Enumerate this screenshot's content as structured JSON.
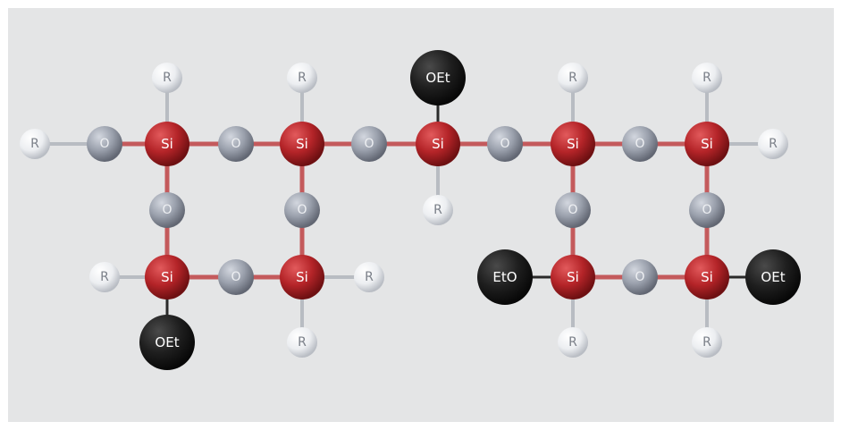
{
  "molecule": {
    "labels": {
      "si": "Si",
      "o": "O",
      "r": "R",
      "oet": "OEt",
      "eto": "EtO"
    },
    "colors": {
      "background": "#e4e5e6",
      "si": "#b42428",
      "o": "#9aa0ac",
      "r": "#f2f3f5",
      "oet": "#1f1f1f",
      "si_o_bond": "#c45a5c",
      "r_bond": "#b8bcc2",
      "oet_bond": "#2a2a2a"
    },
    "atoms": [
      {
        "id": "r1",
        "type": "r",
        "label": "R"
      },
      {
        "id": "o1",
        "type": "o",
        "label": "O"
      },
      {
        "id": "si1",
        "type": "si",
        "label": "Si"
      },
      {
        "id": "r2",
        "type": "r",
        "label": "R"
      },
      {
        "id": "o2",
        "type": "o",
        "label": "O"
      },
      {
        "id": "si2",
        "type": "si",
        "label": "Si"
      },
      {
        "id": "r3",
        "type": "r",
        "label": "R"
      },
      {
        "id": "o3",
        "type": "o",
        "label": "O"
      },
      {
        "id": "si3",
        "type": "si",
        "label": "Si"
      },
      {
        "id": "oet1",
        "type": "oet",
        "label": "OEt"
      },
      {
        "id": "r4",
        "type": "r",
        "label": "R"
      },
      {
        "id": "o4",
        "type": "o",
        "label": "O"
      },
      {
        "id": "si4",
        "type": "si",
        "label": "Si"
      },
      {
        "id": "r5",
        "type": "r",
        "label": "R"
      },
      {
        "id": "o5",
        "type": "o",
        "label": "O"
      },
      {
        "id": "si5",
        "type": "si",
        "label": "Si"
      },
      {
        "id": "r6",
        "type": "r",
        "label": "R"
      },
      {
        "id": "r7",
        "type": "r",
        "label": "R"
      },
      {
        "id": "o6",
        "type": "o",
        "label": "O"
      },
      {
        "id": "o7",
        "type": "o",
        "label": "O"
      },
      {
        "id": "o8",
        "type": "o",
        "label": "O"
      },
      {
        "id": "o9",
        "type": "o",
        "label": "O"
      },
      {
        "id": "r8",
        "type": "r",
        "label": "R"
      },
      {
        "id": "si6",
        "type": "si",
        "label": "Si"
      },
      {
        "id": "o10",
        "type": "o",
        "label": "O"
      },
      {
        "id": "si7",
        "type": "si",
        "label": "Si"
      },
      {
        "id": "r9",
        "type": "r",
        "label": "R"
      },
      {
        "id": "oet2",
        "type": "oet",
        "label": "OEt"
      },
      {
        "id": "r10",
        "type": "r",
        "label": "R"
      },
      {
        "id": "eto1",
        "type": "oet",
        "label": "EtO"
      },
      {
        "id": "si8",
        "type": "si",
        "label": "Si"
      },
      {
        "id": "o11",
        "type": "o",
        "label": "O"
      },
      {
        "id": "si9",
        "type": "si",
        "label": "Si"
      },
      {
        "id": "oet3",
        "type": "oet",
        "label": "OEt"
      },
      {
        "id": "r11",
        "type": "r",
        "label": "R"
      },
      {
        "id": "r12",
        "type": "r",
        "label": "R"
      }
    ],
    "bonds": [
      [
        "r1",
        "o1"
      ],
      [
        "o1",
        "si1"
      ],
      [
        "si1",
        "o2"
      ],
      [
        "o2",
        "si2"
      ],
      [
        "si2",
        "o3"
      ],
      [
        "o3",
        "si3"
      ],
      [
        "si3",
        "o4"
      ],
      [
        "o4",
        "si4"
      ],
      [
        "si4",
        "o5"
      ],
      [
        "o5",
        "si5"
      ],
      [
        "si5",
        "r7"
      ],
      [
        "si1",
        "r2"
      ],
      [
        "si2",
        "r3"
      ],
      [
        "si3",
        "oet1"
      ],
      [
        "si3",
        "r8"
      ],
      [
        "si4",
        "r4"
      ],
      [
        "si5",
        "r5"
      ],
      [
        "si1",
        "o6"
      ],
      [
        "o6",
        "si6"
      ],
      [
        "si2",
        "o7"
      ],
      [
        "o7",
        "si7"
      ],
      [
        "si4",
        "o8"
      ],
      [
        "o8",
        "si8"
      ],
      [
        "si5",
        "o9"
      ],
      [
        "o9",
        "si9"
      ],
      [
        "r6",
        "si6"
      ],
      [
        "si6",
        "o10"
      ],
      [
        "o10",
        "si7"
      ],
      [
        "si7",
        "r9"
      ],
      [
        "si6",
        "oet2"
      ],
      [
        "si7",
        "r10"
      ],
      [
        "eto1",
        "si8"
      ],
      [
        "si8",
        "o11"
      ],
      [
        "o11",
        "si9"
      ],
      [
        "si9",
        "oet3"
      ],
      [
        "si8",
        "r11"
      ],
      [
        "si9",
        "r12"
      ]
    ]
  }
}
